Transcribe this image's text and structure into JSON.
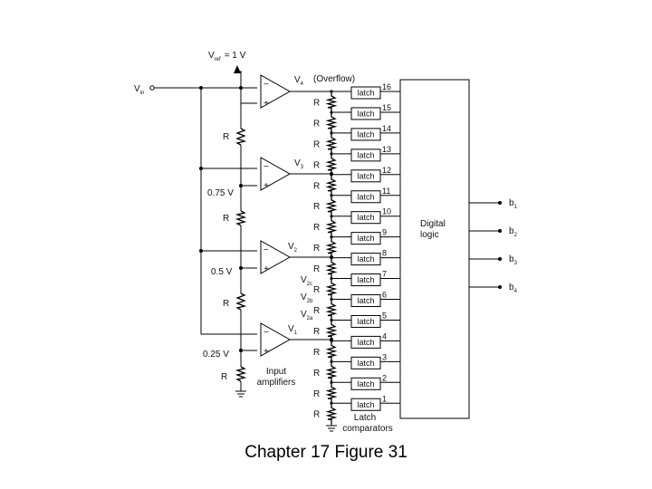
{
  "caption": "Chapter 17 Figure 31",
  "diagram": {
    "vref_label": "V",
    "vref_sub": "ref",
    "vref_value": "= 1 V",
    "vin_label": "V",
    "vin_sub": "in",
    "overflow_label": "(Overflow)",
    "resistor_label": "R",
    "latch_label": "latch",
    "latch_numbers": [
      "16",
      "15",
      "14",
      "13",
      "12",
      "11",
      "10",
      "9",
      "8",
      "7",
      "6",
      "5",
      "4",
      "3",
      "2",
      "1"
    ],
    "amp_minus": "−",
    "amp_plus": "+",
    "amp_outputs": [
      {
        "label": "V",
        "sub": "4"
      },
      {
        "label": "V",
        "sub": "3"
      },
      {
        "label": "V",
        "sub": "2"
      },
      {
        "label": "V",
        "sub": "1"
      }
    ],
    "tap_voltages": [
      "0.75 V",
      "0.5 V",
      "0.25 V"
    ],
    "vertical_labels": [
      {
        "label": "V",
        "sub": "2c"
      },
      {
        "label": "V",
        "sub": "2b"
      },
      {
        "label": "V",
        "sub": "2a"
      }
    ],
    "digital_logic": [
      "Digital",
      "logic"
    ],
    "outputs": [
      {
        "label": "b",
        "sub": "1"
      },
      {
        "label": "b",
        "sub": "2"
      },
      {
        "label": "b",
        "sub": "3"
      },
      {
        "label": "b",
        "sub": "4"
      }
    ],
    "input_amplifiers": [
      "Input",
      "amplifiers"
    ],
    "latch_comparators": [
      "Latch",
      "comparators"
    ]
  }
}
